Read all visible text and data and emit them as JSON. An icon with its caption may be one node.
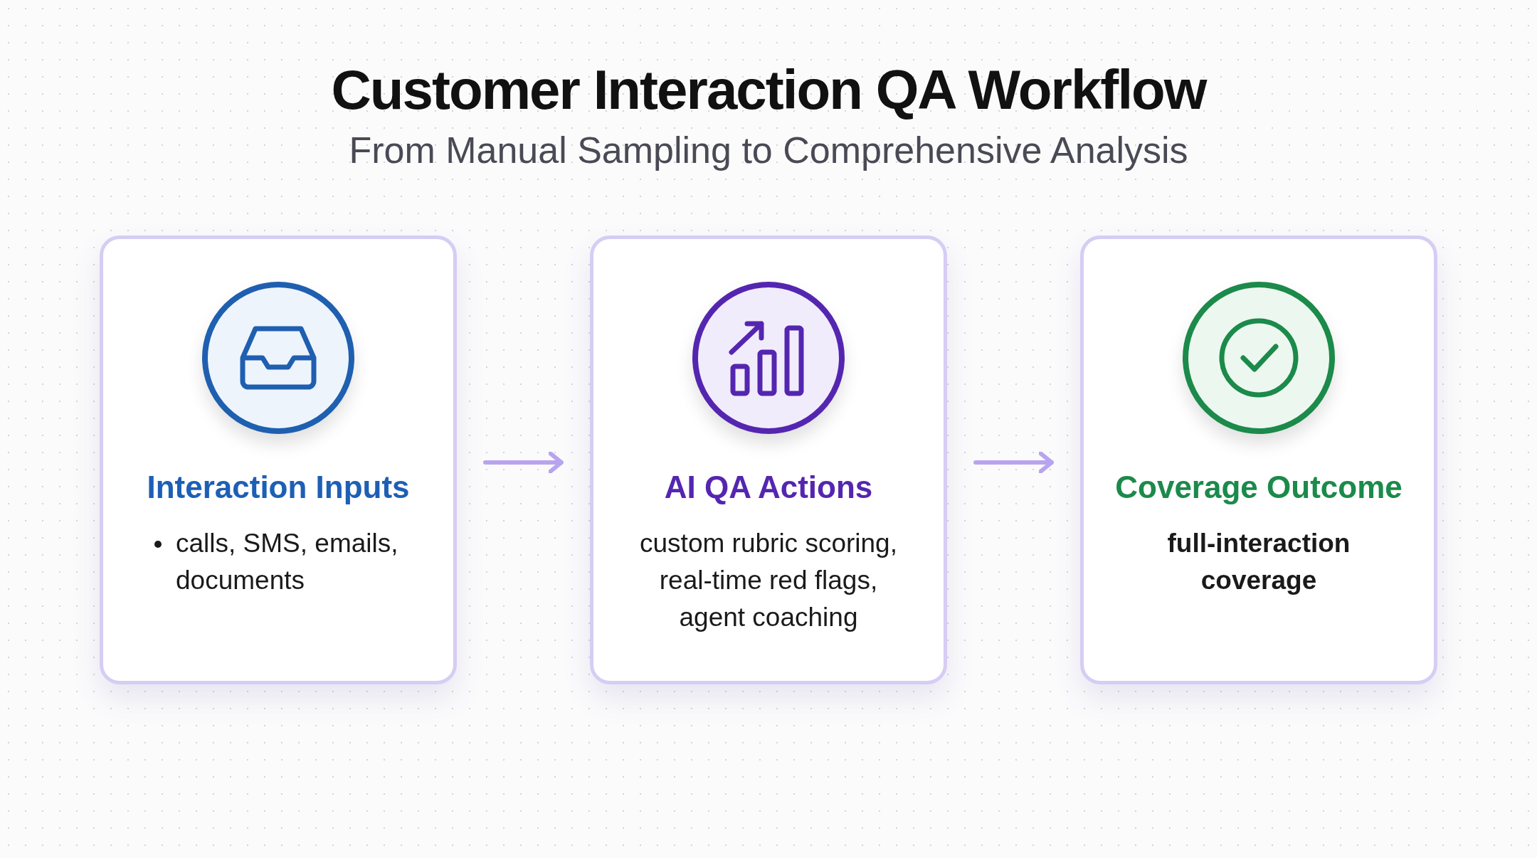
{
  "diagram": {
    "title": "Customer Interaction QA Workflow",
    "caption": "From Manual Sampling to Comprehensive Analysis",
    "nodes": [
      {
        "text": [
          "Interaction Inputs",
          "calls, SMS, emails, documents"
        ]
      },
      {
        "text": [
          "AI QA Actions",
          "custom rubric scoring, real-time red flags, agent coaching"
        ]
      },
      {
        "text": [
          "Coverage Outcome",
          "full-interaction coverage"
        ]
      }
    ],
    "edges": [
      {
        "from": 0,
        "to": 1,
        "arrow": "to"
      },
      {
        "from": 1,
        "to": 2,
        "arrow": "to"
      }
    ]
  }
}
